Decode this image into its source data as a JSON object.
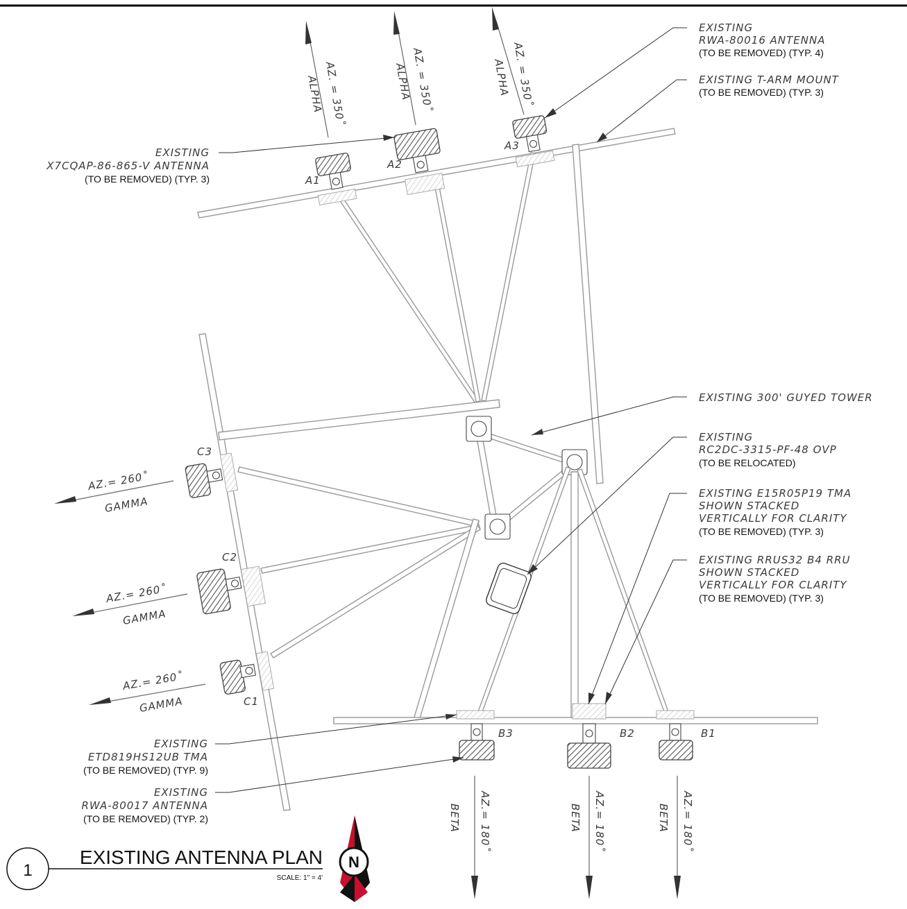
{
  "title": "EXISTING ANTENNA PLAN",
  "detail_number": "1",
  "scale": "SCALE: 1\" = 4'",
  "north_letter": "N",
  "sectors": {
    "alpha": {
      "az": "AZ. = 350˚",
      "name": "ALPHA"
    },
    "beta": {
      "az": "AZ.= 180˚",
      "name": "BETA"
    },
    "gamma": {
      "az": "AZ.= 260˚",
      "name": "GAMMA"
    }
  },
  "antenna_labels": {
    "a1": "A1",
    "a2": "A2",
    "a3": "A3",
    "b1": "B1",
    "b2": "B2",
    "b3": "B3",
    "c1": "C1",
    "c2": "C2",
    "c3": "C3"
  },
  "notes": {
    "x7cqap": [
      "EXISTING",
      "X7CQAP-86-865-V ANTENNA",
      "(TO BE REMOVED) (TYP. 3)"
    ],
    "rwa80016": [
      "EXISTING",
      "RWA-80016 ANTENNA",
      "(TO BE REMOVED) (TYP. 4)"
    ],
    "tarm": [
      "EXISTING T-ARM MOUNT",
      "(TO BE REMOVED) (TYP. 3)"
    ],
    "tower": [
      "EXISTING 300' GUYED TOWER"
    ],
    "ovp": [
      "EXISTING",
      "RC2DC-3315-PF-48 OVP",
      "(TO BE RELOCATED)"
    ],
    "tma_e15": [
      "EXISTING E15R05P19 TMA",
      "SHOWN STACKED",
      "VERTICALLY FOR CLARITY",
      "(TO BE REMOVED) (TYP. 3)"
    ],
    "rrus32": [
      "EXISTING RRUS32 B4 RRU",
      "SHOWN STACKED",
      "VERTICALLY FOR CLARITY",
      "(TO BE REMOVED) (TYP. 3)"
    ],
    "etd819": [
      "EXISTING",
      "ETD819HS12UB TMA",
      "(TO BE REMOVED) (TYP. 9)"
    ],
    "rwa80017": [
      "EXISTING",
      "RWA-80017 ANTENNA",
      "(TO BE REMOVED) (TYP. 2)"
    ]
  },
  "colors": {
    "north_red": "#c8102e",
    "north_black": "#111111"
  }
}
